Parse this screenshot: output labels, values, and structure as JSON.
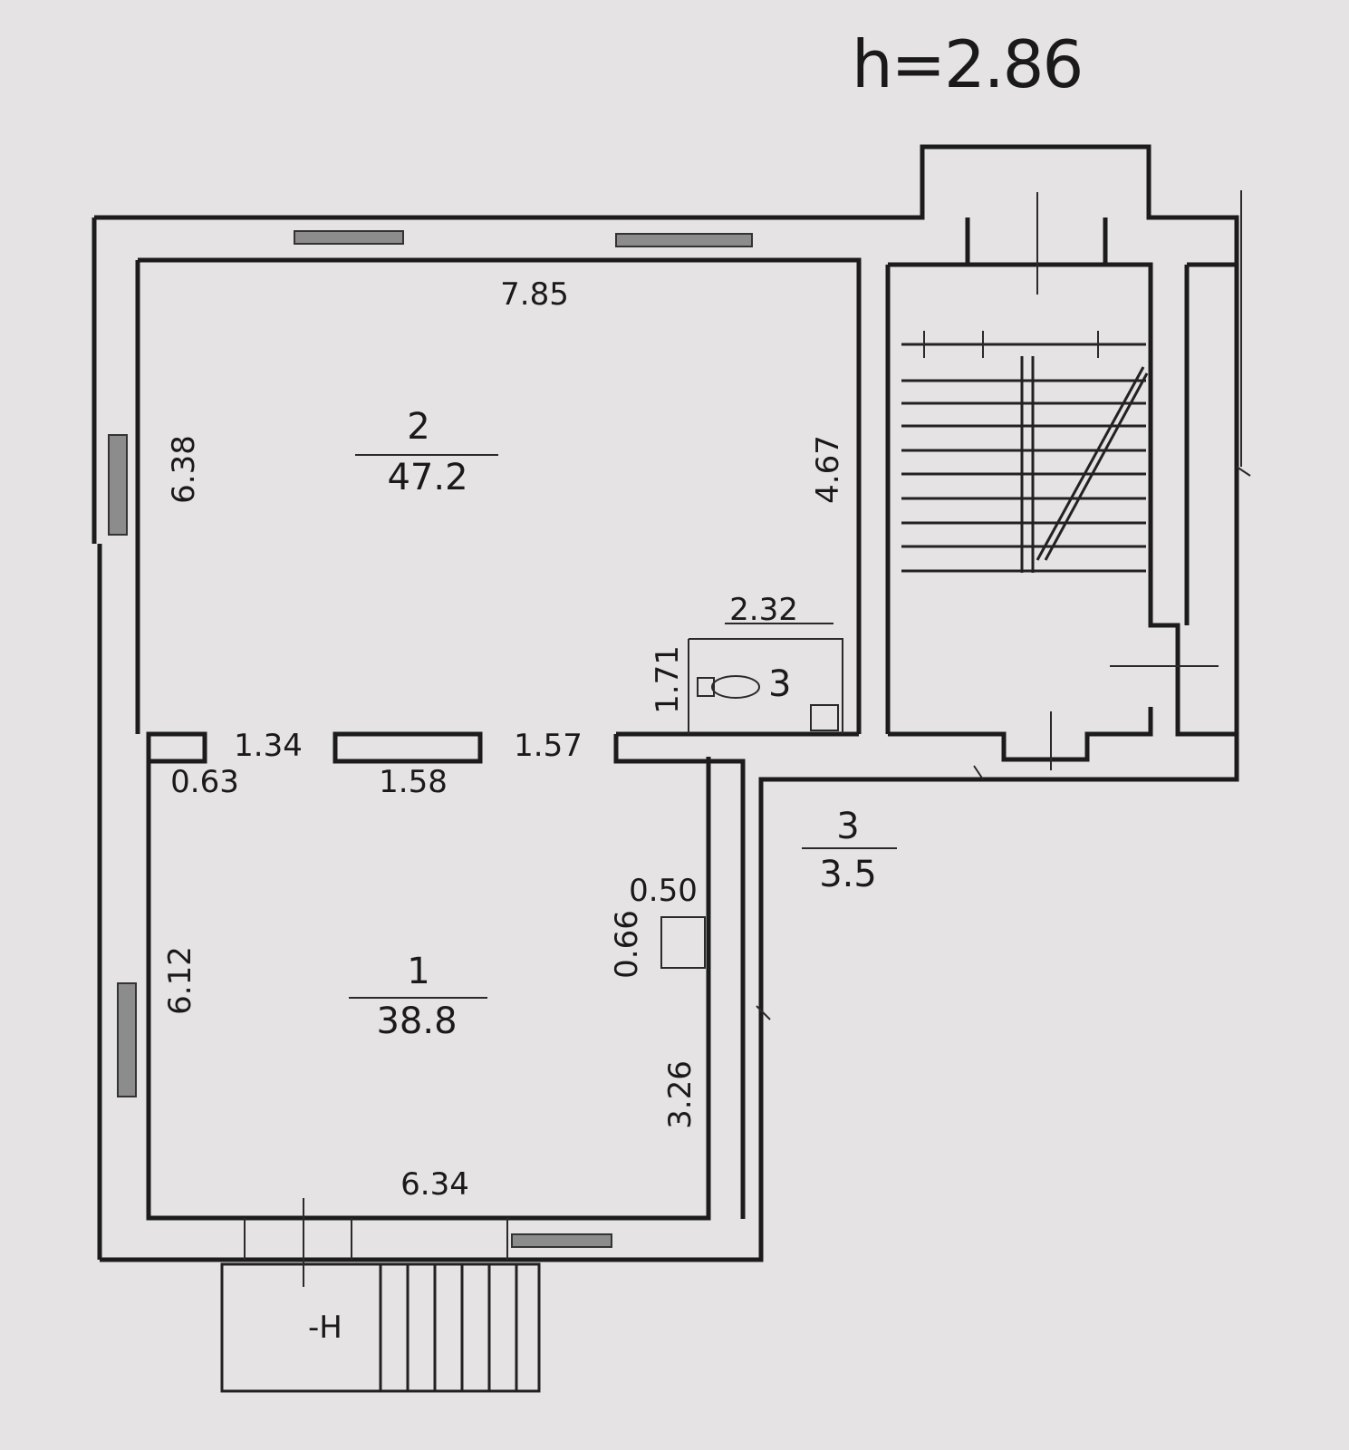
{
  "floor_height": "h=2.86",
  "rooms": [
    {
      "number": "2",
      "area": "47.2"
    },
    {
      "number": "1",
      "area": "38.8"
    },
    {
      "number": "3",
      "area": "3.5"
    }
  ],
  "wc_room_number": "3",
  "dimensions": {
    "room2_top": "7.85",
    "room2_left": "6.38",
    "room2_right": "4.67",
    "wc_width": "2.32",
    "wc_height": "1.71",
    "partition_gap_left": "1.34",
    "partition_gap_right": "1.57",
    "partition_stub_left": "0.63",
    "partition_mid": "1.58",
    "room1_left": "6.12",
    "room1_bottom": "6.34",
    "room1_right": "3.26",
    "niche_width": "0.50",
    "niche_depth": "0.66"
  },
  "entrance_mark": "-H"
}
